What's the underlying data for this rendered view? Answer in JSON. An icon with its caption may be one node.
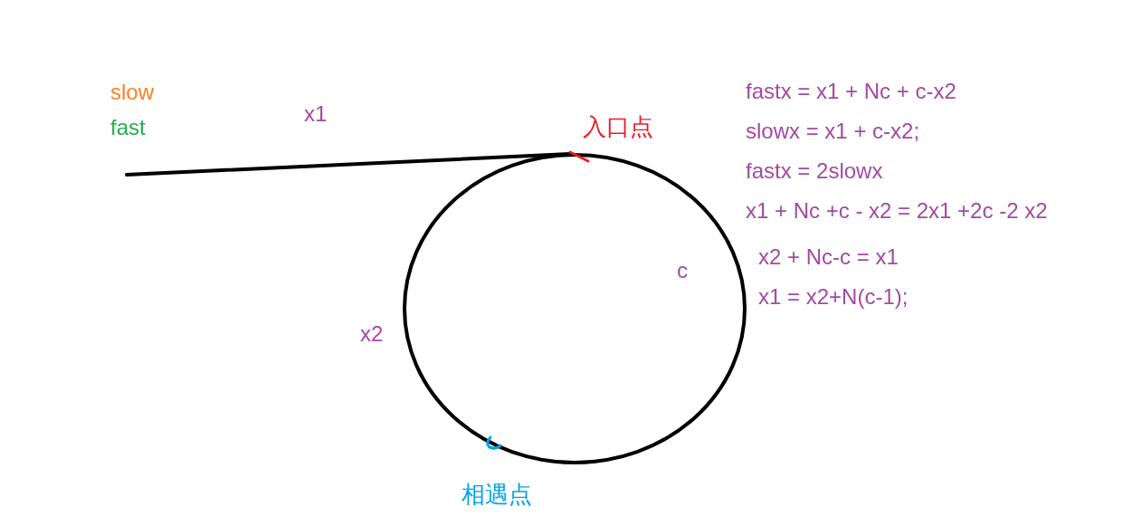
{
  "diagram": {
    "labels": [
      "slow",
      "fast",
      "x1",
      "入口点",
      "fastx = x1 + Nc + c-x2",
      "slowx = x1 + c-x2;",
      "fastx = 2slowx",
      "x1 + Nc +c - x2 = 2x1 +2c -2 x2",
      "x2 + Nc-c = x1",
      "x1 = x2+N(c-1);",
      "c",
      "x2",
      "相遇点"
    ]
  }
}
